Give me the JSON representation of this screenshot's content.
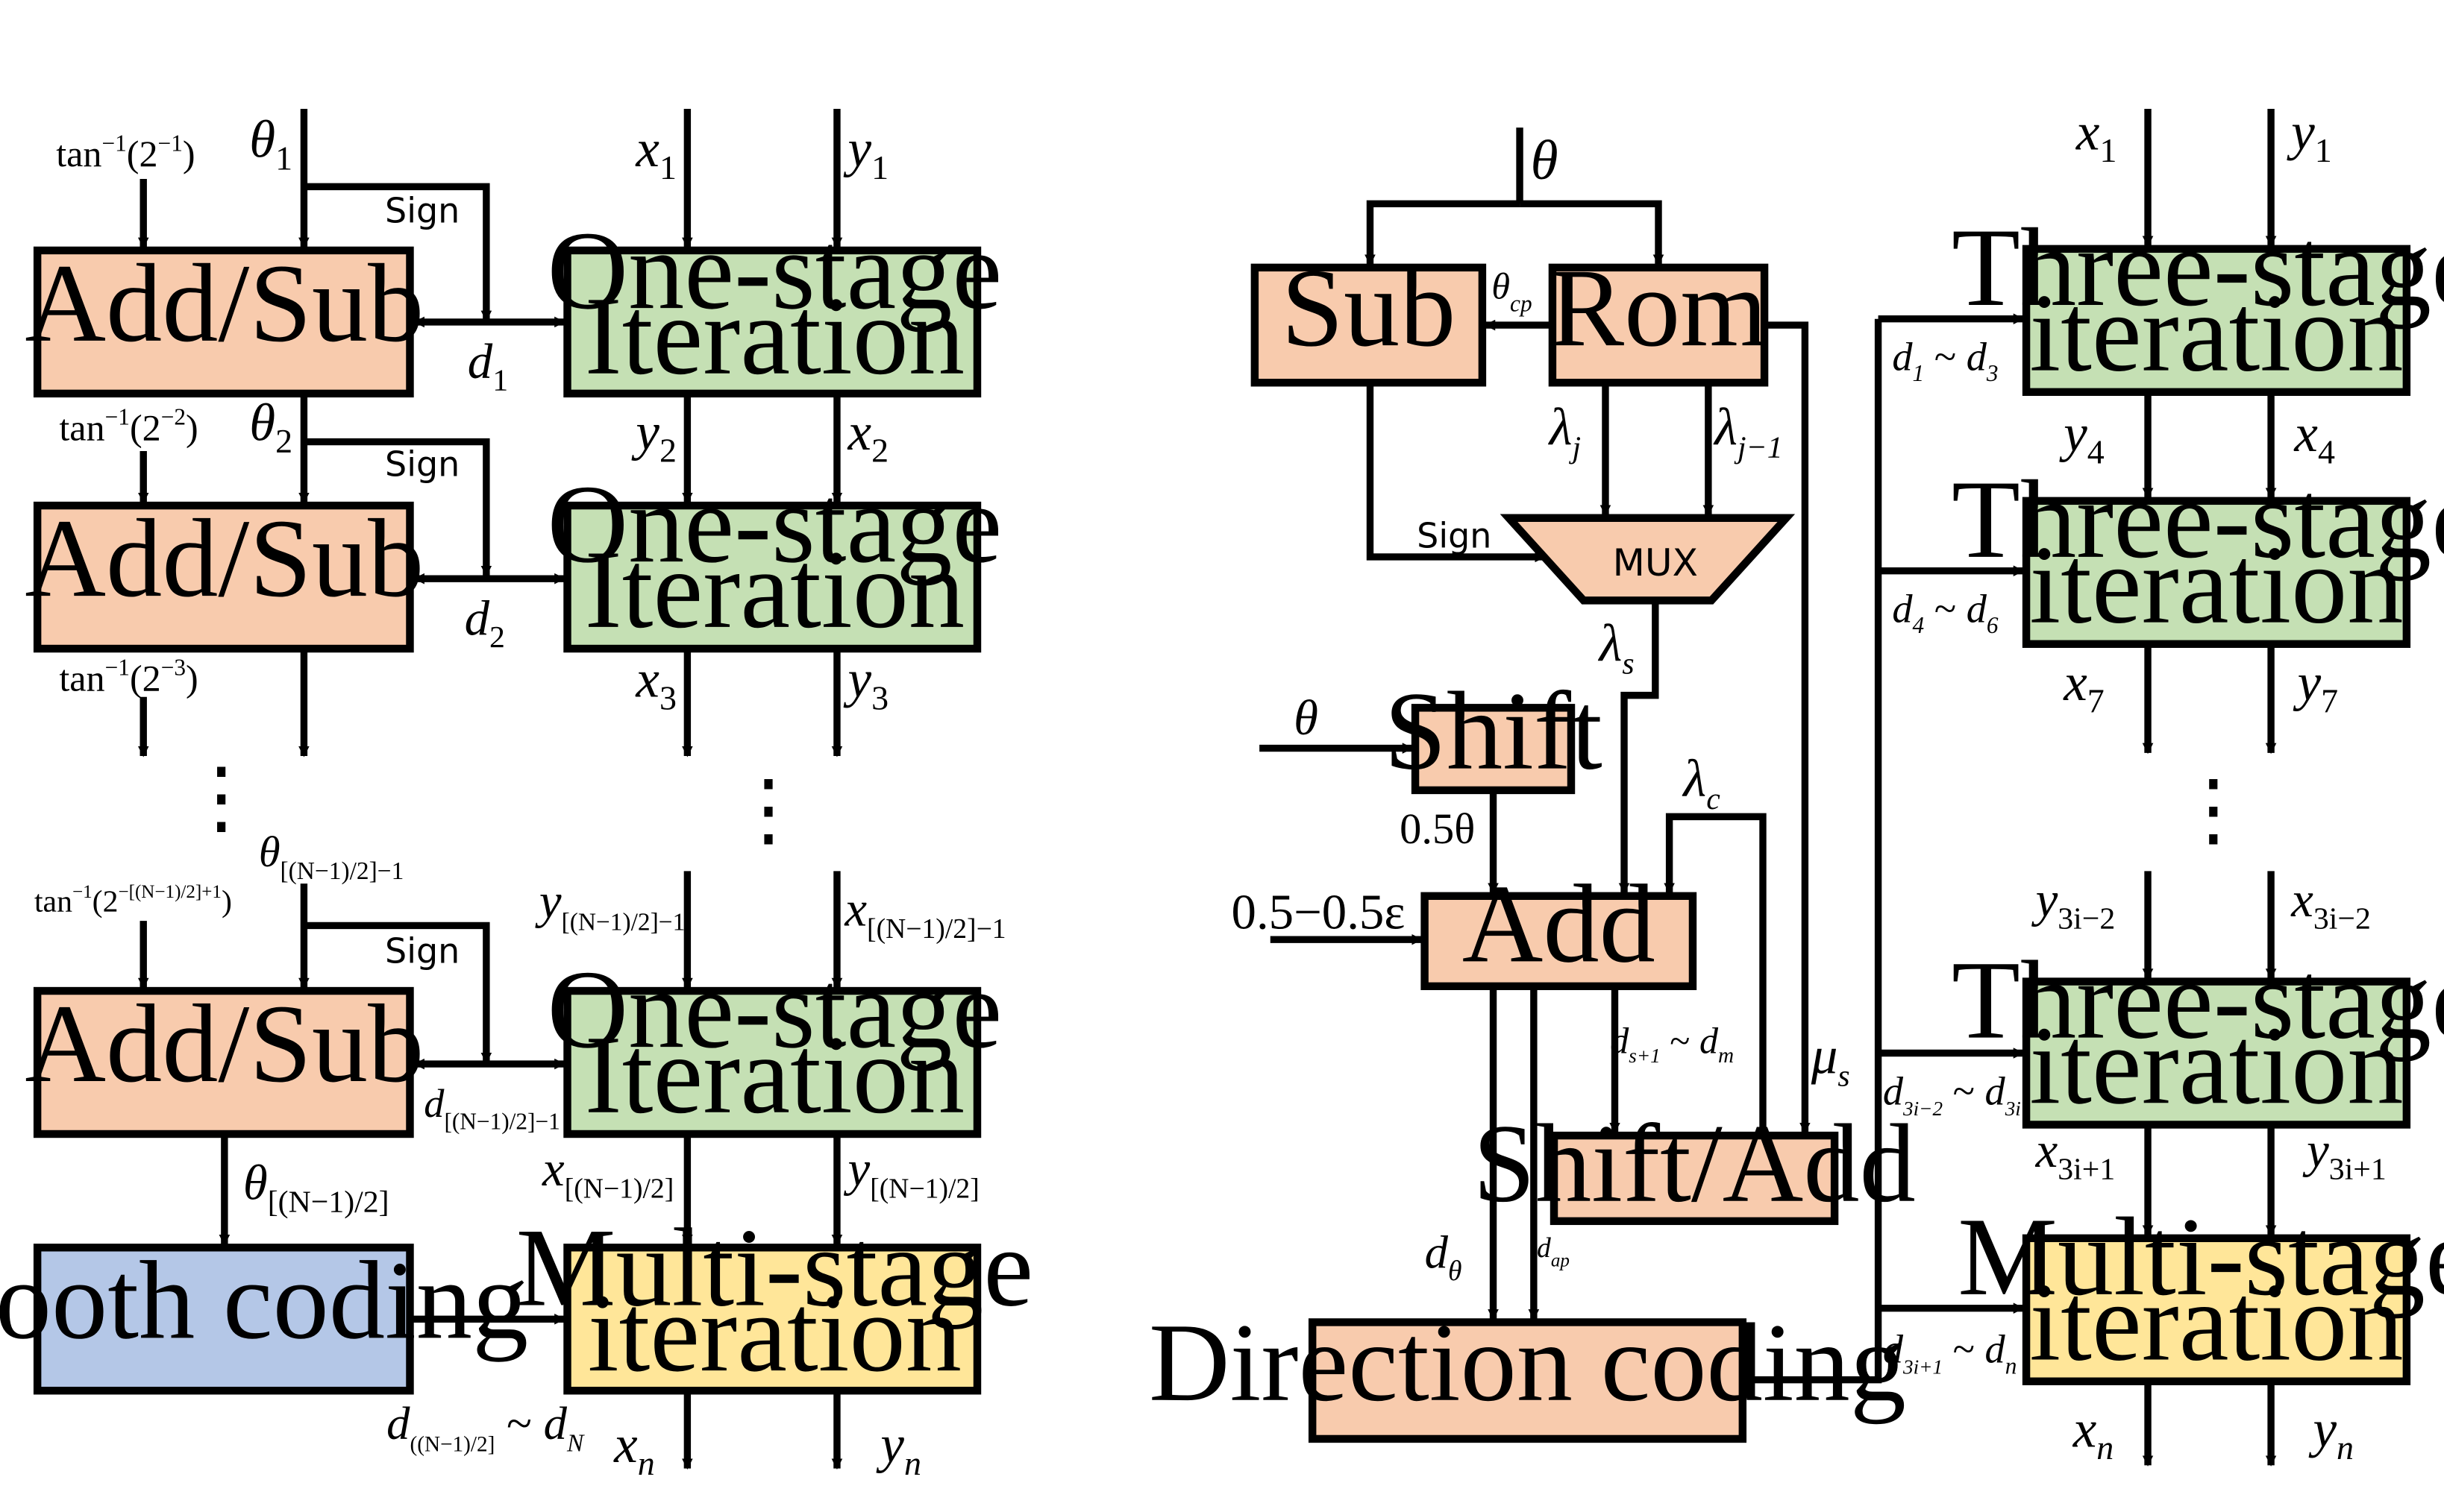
{
  "colors": {
    "orange": "#f8cbad",
    "green": "#c5e0b4",
    "blue": "#b4c7e7",
    "yellow": "#ffe699"
  },
  "left": {
    "addsub": "Add/Sub",
    "one_stage_1": "One-stage",
    "one_stage_2": "Iteration",
    "booth": "Booth coding",
    "multi_1": "Multi-stage",
    "multi_2": "iteration",
    "sign": "Sign",
    "tan": "tan",
    "exp_m1": "−1",
    "arg1": "(2",
    "arg1_exp": "−1",
    "arg2_exp": "−2",
    "arg3_exp": "−3",
    "argN_exp": "−[(N−1)/2]+1",
    "close": ")",
    "theta": "θ",
    "theta_sub1": "1",
    "theta_sub2": "2",
    "theta_subN1": "[(N−1)/2]−1",
    "theta_subN": "[(N−1)/2]",
    "d": "d",
    "d_sub1": "1",
    "d_sub2": "2",
    "d_subN1": "[(N−1)/2]−1",
    "d_subN": "(N−1)/2]",
    "tilde": " ~ ",
    "d_subNN": "N",
    "x": "x",
    "y": "y",
    "s1": "1",
    "s2": "2",
    "s3": "3",
    "sN1": "[(N−1)/2]−1",
    "sN": "[(N−1)/2]",
    "sn": "n",
    "dots": "⋮"
  },
  "right": {
    "sub": "Sub",
    "rom": "Rom",
    "mux": "MUX",
    "shift": "Shift",
    "add": "Add",
    "shiftadd": "Shift/Add",
    "direction": "Direction coding",
    "three_1": "Three-stage",
    "three_2": "iteration",
    "multi_1": "Multi-stage",
    "multi_2": "iteration",
    "sign": "Sign",
    "theta": "θ",
    "theta_cp": "cp",
    "lambda": "λ",
    "sub_j": "j",
    "sub_j1": "j−1",
    "sub_s": "s",
    "sub_c": "c",
    "half_theta": "0.5θ",
    "eps_input": "0.5−0.5ε",
    "mu": "μ",
    "mu_sub": "s",
    "d_theta_sub": "θ",
    "d_ap": "ap",
    "d_s1": "s+1",
    "d_m": "m",
    "d_1": "1",
    "d_3": "3",
    "d_4": "4",
    "d_6": "6",
    "d_3i2": "3i−2",
    "d_3i": "3i",
    "d_3i1": "3i+1",
    "d_n": "n",
    "y4": "4",
    "x4": "4",
    "x7": "7",
    "y7": "7",
    "y3i2": "3i−2",
    "x3i2": "3i−2",
    "x3i1": "3i+1",
    "y3i1": "3i+1"
  }
}
